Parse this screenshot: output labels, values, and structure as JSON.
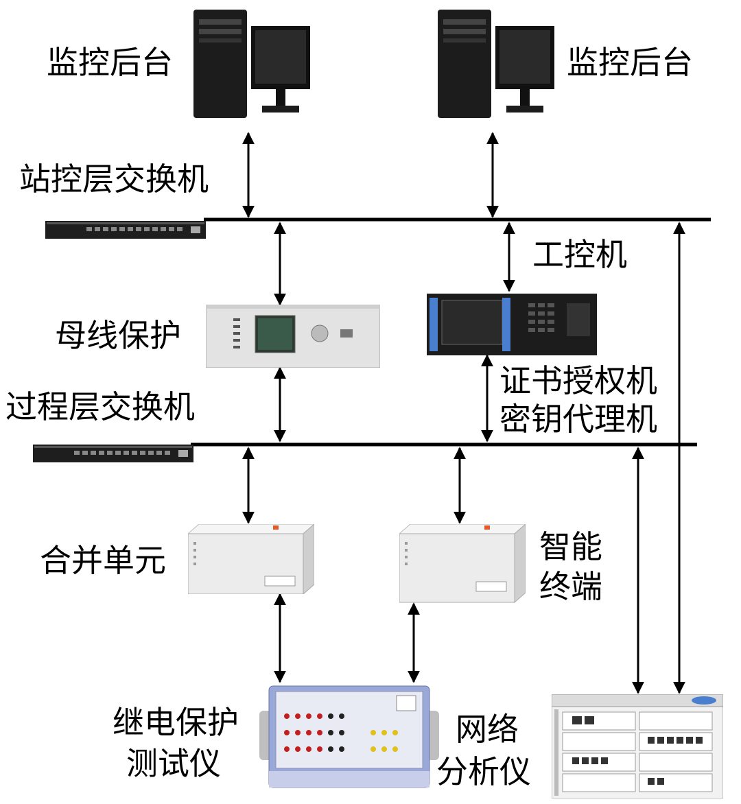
{
  "labels": {
    "monitor_left": "监控后台",
    "monitor_right": "监控后台",
    "station_switch": "站控层交换机",
    "industrial_pc": "工控机",
    "bus_protection": "母线保护",
    "process_switch": "过程层交换机",
    "cert_line1": "证书授权机",
    "cert_line2": "密钥代理机",
    "merging_unit": "合并单元",
    "smart_terminal_line1": "智能",
    "smart_terminal_line2": "终端",
    "relay_tester_line1": "继电保护",
    "relay_tester_line2": "测试仪",
    "net_analyzer_line1": "网络",
    "net_analyzer_line2": "分析仪"
  },
  "colors": {
    "line": "#000000",
    "device_dark": "#1c1c1c",
    "device_light": "#ececec",
    "screen_green": "#3a5a4a",
    "tester_blue": "#9aa8d8"
  }
}
